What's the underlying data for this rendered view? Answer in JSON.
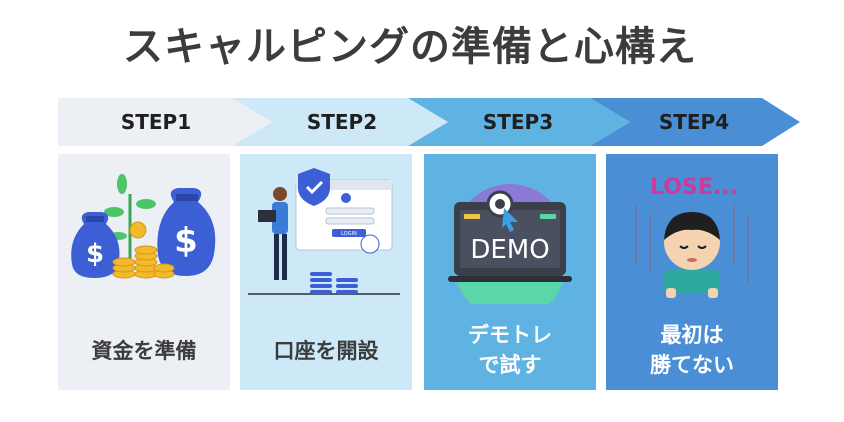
{
  "title": "スキャルピングの準備と心構え",
  "steps": [
    {
      "label": "STEP1",
      "caption": [
        "資金を準備"
      ],
      "color": "#ecf0f4"
    },
    {
      "label": "STEP2",
      "caption": [
        "口座を開設"
      ],
      "color": "#cde9f7"
    },
    {
      "label": "STEP3",
      "caption": [
        "デモトレ",
        "で試す"
      ],
      "color": "#5fb3e3"
    },
    {
      "label": "STEP4",
      "caption": [
        "最初は",
        "勝てない"
      ],
      "color": "#4a8fd6"
    }
  ],
  "illustrations": {
    "demo_text": "DEMO",
    "lose_text": "LOSE...",
    "login_text": "LOGIN"
  },
  "icons": [
    "money-bags-icon",
    "login-screen-icon",
    "demo-laptop-icon",
    "lose-person-icon"
  ]
}
